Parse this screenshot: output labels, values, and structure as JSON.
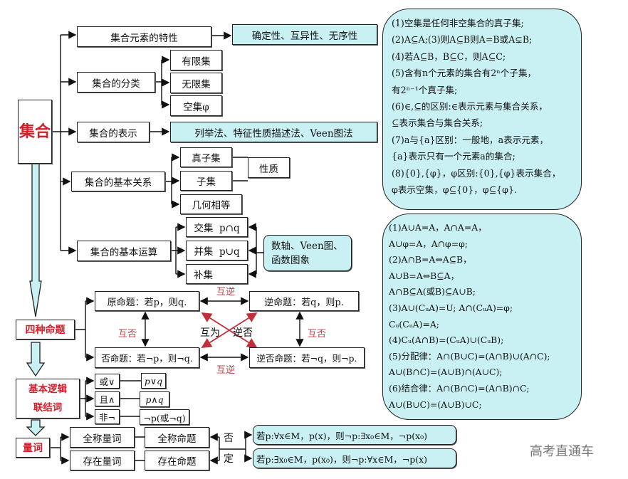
{
  "sets": {
    "root": "集合",
    "elements_props": "集合元素的特性",
    "elements_props_value": "确定性、互异性、无序性",
    "classification": "集合的分类",
    "finite": "有限集",
    "infinite": "无限集",
    "empty": "空集φ",
    "representation": "集合的表示",
    "representation_value": "列举法、特征性质描述法、Veen图法",
    "relations": "集合的基本关系",
    "proper_subset": "真子集",
    "subset": "子集",
    "equal": "几何相等",
    "properties": "性质",
    "operations": "集合的基本运算",
    "intersection": "交集  p∩q",
    "union": "并集  p∪q",
    "complement": "补集",
    "tools_line1": "数轴、Veen图、",
    "tools_line2": "函数图象"
  },
  "panel1": [
    "(1)空集是任何非空集合的真子集;",
    "(2)A⊆A;(3)则A⊆B则A=B或A⊊B;",
    "(4)若A⊆B，B⊆C，则A⊆C;",
    "(5)含有n个元素的集合有2ⁿ个子集，",
    "有2ⁿ⁻¹个真子集;",
    "(6)∈,⊆的区别:∈表示元素与集合关系，",
    "⊆表示集合与集合关系;",
    "(7)a与{a}区别：一般地，a表示元素，",
    "{a}表示只有一个元素a的集合;",
    "(8){0},{φ}，φ区别:{0},{φ}表示集合，",
    "φ表示空集，φ⊆{0}，φ⊆{φ}."
  ],
  "panel2": [
    "(1)A∪A=A，A∩A=A，",
    "A∪φ=A，A∩φ=φ;",
    "(2)A∩B=A⇔A⊆B，",
    "A∪B=A⇔B⊆A，",
    "A∩B⊆A(或B)⊆A∪B;",
    "(3)A∪(CᵤA)=U; A∩(CᵤA)=φ;",
    "Cᵤ(CᵤA)=A;",
    "(4)Cᵤ(A∩B)=(CᵤA)∪(CᵤB);",
    "(5)分配律：A∩(B∪C)=(A∩B)∪(A∩C);",
    "A∪(B∩C)=(A∪B)∩(A∪C);",
    "(6)结合律：A∩(B∩C)=(A∩B)∩C;",
    "A∪(B∪C)=(A∪B)∪C;"
  ],
  "propositions": {
    "root": "四种命题",
    "original": "原命题：若p，则q.",
    "converse": "逆命题：若q，则p.",
    "inverse": "否命题：若¬p，则¬q.",
    "contrapositive": "逆否命题：若¬q，则¬p.",
    "mutual_converse": "互逆",
    "mutual_negation": "互否",
    "mutual_contra_1": "互为",
    "mutual_contra_2": "逆否"
  },
  "logic": {
    "root_line1": "基本逻辑",
    "root_line2": "联结词",
    "or": "或∨",
    "and": "且∧",
    "not": "非¬",
    "or_expr": "p∨q",
    "and_expr": "p∧q",
    "not_expr": "¬p(或¬q)"
  },
  "quantifiers": {
    "root": "量词",
    "universal": "全称量词",
    "existential": "存在量词",
    "universal_prop": "全称命题",
    "existential_prop": "存在命题",
    "neg_1": "否",
    "neg_2": "定",
    "rule_universal": "若p:∀x∈M，p(x)，则¬p:∃x₀∈M，¬p(x₀)",
    "rule_existential": "若p:∃x₀∈M，p(x₀)，则¬p:∀x∈M，¬p(x)"
  },
  "watermark": "高考直通车"
}
